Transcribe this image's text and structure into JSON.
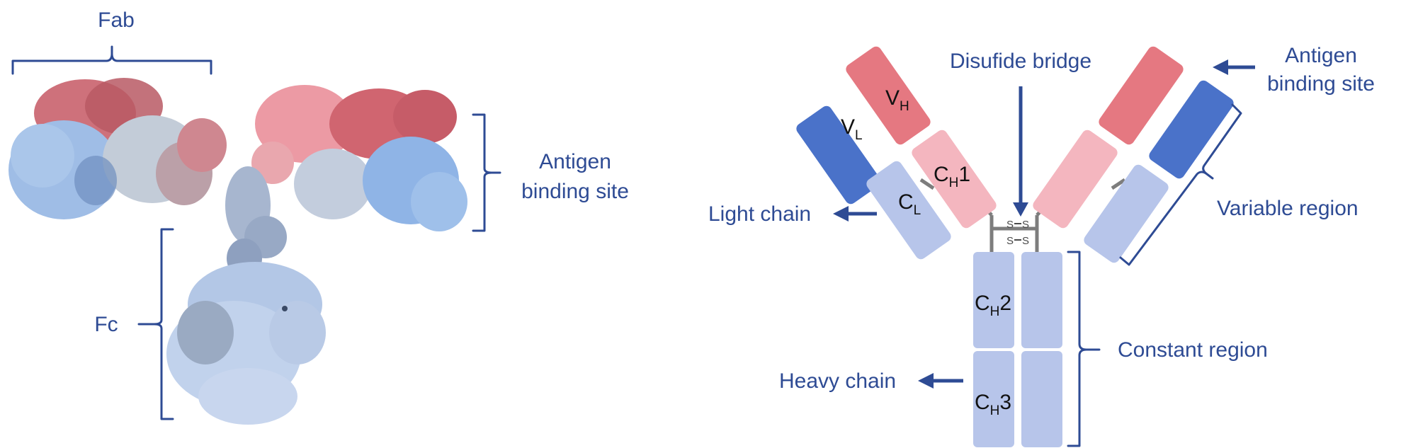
{
  "colors": {
    "label_blue": "#2e4b94",
    "variable_light_blue": "#4a72c9",
    "variable_heavy_red": "#e57881",
    "constant_heavy_pink": "#f4b6bf",
    "constant_blue": "#b7c5ea",
    "linker_gray": "#7d7d7d"
  },
  "structure_panel": {
    "fab_label": "Fab",
    "fc_label": "Fc",
    "antigen_label_line1": "Antigen",
    "antigen_label_line2": "binding site"
  },
  "schematic_panel": {
    "disulfide_label": "Disufide bridge",
    "antigen_label_line1": "Antigen",
    "antigen_label_line2": "binding site",
    "light_chain_label": "Light chain",
    "heavy_chain_label": "Heavy chain",
    "variable_region_label": "Variable region",
    "constant_region_label": "Constant region",
    "sulfur_symbol": "S",
    "domains": {
      "vh": {
        "main": "V",
        "sub": "H",
        "tail": ""
      },
      "vl": {
        "main": "V",
        "sub": "L",
        "tail": ""
      },
      "ch1": {
        "main": "C",
        "sub": "H",
        "tail": "1"
      },
      "cl": {
        "main": "C",
        "sub": "L",
        "tail": ""
      },
      "ch2": {
        "main": "C",
        "sub": "H",
        "tail": "2"
      },
      "ch3": {
        "main": "C",
        "sub": "H",
        "tail": "3"
      }
    }
  }
}
